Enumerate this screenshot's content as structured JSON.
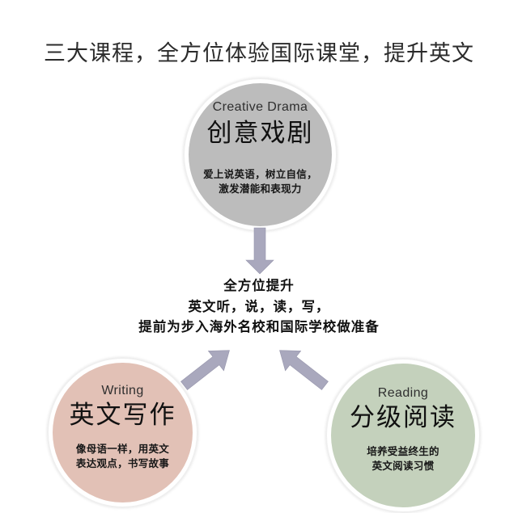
{
  "page": {
    "title": "三大课程，全方位体验国际课堂，提升英文",
    "background_color": "#ffffff"
  },
  "circles": [
    {
      "id": "creative-drama",
      "english": "Creative Drama",
      "chinese": "创意戏剧",
      "description_line1": "爱上说英语，树立自信，",
      "description_line2": "激发潜能和表现力",
      "color": "#bcbcbc"
    },
    {
      "id": "writing",
      "english": "Writing",
      "chinese": "英文写作",
      "description_line1": "像母语一样，用英文",
      "description_line2": "表达观点，书写故事",
      "color": "#e2c1b6"
    },
    {
      "id": "reading",
      "english": "Reading",
      "chinese": "分级阅读",
      "description_line1": "培养受益终生的",
      "description_line2": "英文阅读习惯",
      "color": "#c4d1bc"
    }
  ],
  "center": {
    "line1": "全方位提升",
    "line2": "英文听，说，读，写，",
    "line3": "提前为步入海外名校和国际学校做准备"
  },
  "arrows": {
    "color": "#a9a8bd",
    "down_label": "arrow-down-from-drama",
    "left_label": "arrow-up-right-from-writing",
    "right_label": "arrow-up-left-from-reading"
  }
}
